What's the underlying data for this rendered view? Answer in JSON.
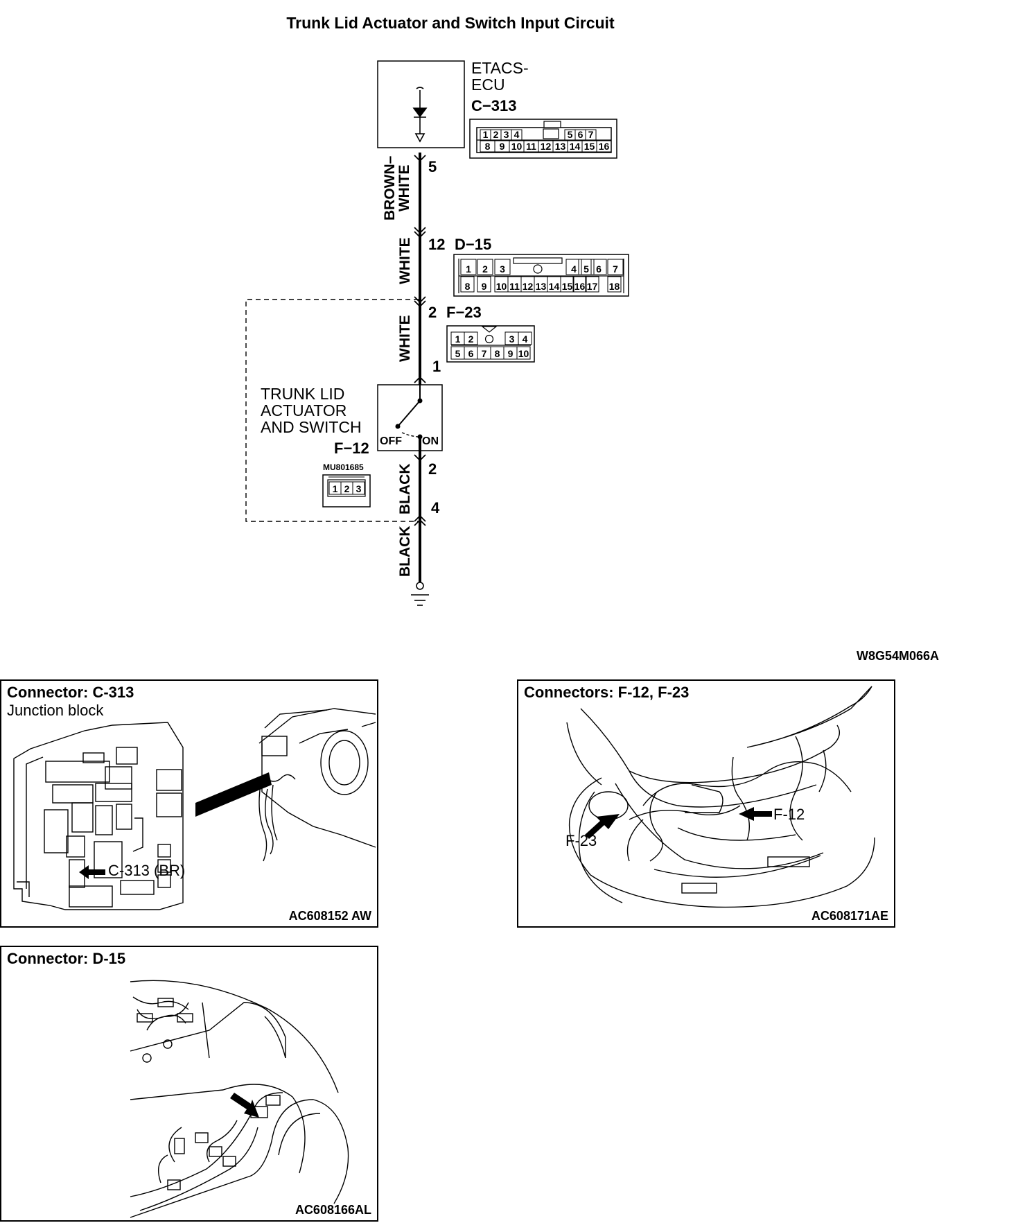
{
  "title": "Trunk Lid Actuator and Switch Input Circuit",
  "ecu": {
    "name_line1": "ETACS-",
    "name_line2": "ECU",
    "connector": "C−313"
  },
  "wires": {
    "seg1": "BROWN–\nWHITE",
    "seg2": "WHITE",
    "seg3": "WHITE",
    "seg4": "BLACK",
    "seg5": "BLACK"
  },
  "pins": {
    "p5": "5",
    "p12": "12",
    "p2a": "2",
    "p1": "1",
    "p2b": "2",
    "p4": "4"
  },
  "connectors": {
    "d15": "D−15",
    "f23": "F−23",
    "f12": "F−12",
    "f12_part": "MU801685",
    "c313_top": [
      "1",
      "2",
      "3",
      "4",
      "5",
      "6",
      "7"
    ],
    "c313_bottom": [
      "8",
      "9",
      "10",
      "11",
      "12",
      "13",
      "14",
      "15",
      "16"
    ],
    "d15_top": [
      "1",
      "2",
      "3",
      "4",
      "5",
      "6",
      "7"
    ],
    "d15_bottom": [
      "8",
      "9",
      "10",
      "11",
      "12",
      "13",
      "14",
      "15",
      "16",
      "17",
      "18"
    ],
    "f23_top": [
      "1",
      "2",
      "3",
      "4"
    ],
    "f23_bottom": [
      "5",
      "6",
      "7",
      "8",
      "9",
      "10"
    ],
    "f12_pins": [
      "1",
      "2",
      "3"
    ]
  },
  "actuator": {
    "line1": "TRUNK LID",
    "line2": "ACTUATOR",
    "line3": "AND SWITCH",
    "off": "OFF",
    "on": "ON"
  },
  "figure_code": "W8G54M066A",
  "panels": {
    "c313": {
      "title": "Connector: C-313",
      "subtitle": "Junction block",
      "callout": "C-313 (BR)",
      "code": "AC608152 AW"
    },
    "f12f23": {
      "title": "Connectors: F-12, F-23",
      "callout_left": "F-23",
      "callout_right": "F-12",
      "code": "AC608171AE"
    },
    "d15": {
      "title": "Connector: D-15",
      "code": "AC608166AL"
    }
  }
}
